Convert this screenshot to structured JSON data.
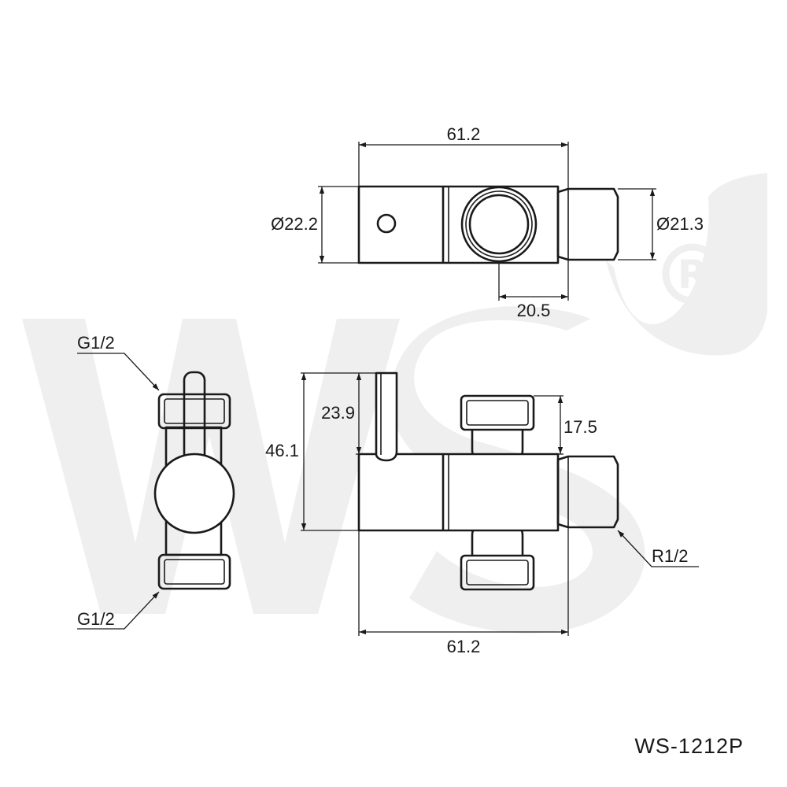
{
  "watermark": {
    "brand": "WS",
    "registered_mark": "R"
  },
  "top_view": {
    "overall_length": "61.2",
    "body_diameter": "Ø22.2",
    "thread_diameter": "Ø21.3",
    "outlet_offset": "20.5"
  },
  "side_view": {
    "inlet_label_top": "G1/2",
    "inlet_label_bottom": "G1/2"
  },
  "front_view": {
    "handle_height": "23.9",
    "total_height": "46.1",
    "outlet_height": "17.5",
    "thread_label": "R1/2",
    "overall_length": "61.2"
  },
  "model_number": "WS-1212P"
}
